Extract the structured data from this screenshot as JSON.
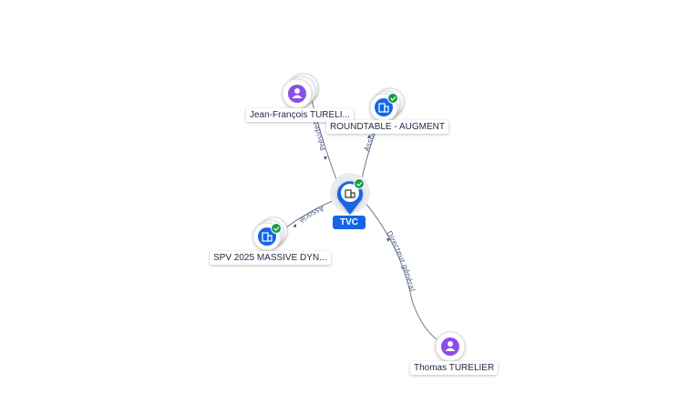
{
  "colors": {
    "company": "#1565e6",
    "person": "#8a4ee8",
    "check": "#1a9a4a",
    "edge": "#6f7a8c",
    "edge_label": "#4a5a86"
  },
  "center": {
    "label": "TVC",
    "icon": "building-icon",
    "verified": true
  },
  "nodes": [
    {
      "label": "Jean-François TURELI...",
      "type": "person",
      "icon": "person-icon",
      "verified": false
    },
    {
      "label": "ROUNDTABLE - AUGMENT",
      "type": "company",
      "icon": "building-icon",
      "verified": true
    },
    {
      "label": "SPV 2025 MASSIVE DYN...",
      "type": "company",
      "icon": "building-icon",
      "verified": true
    },
    {
      "label": "Thomas TURELIER",
      "type": "person",
      "icon": "person-icon",
      "verified": false
    }
  ],
  "edges": [
    {
      "label": "Président"
    },
    {
      "label": "Associé"
    },
    {
      "label": "Associé"
    },
    {
      "label": "Directeur général"
    }
  ]
}
